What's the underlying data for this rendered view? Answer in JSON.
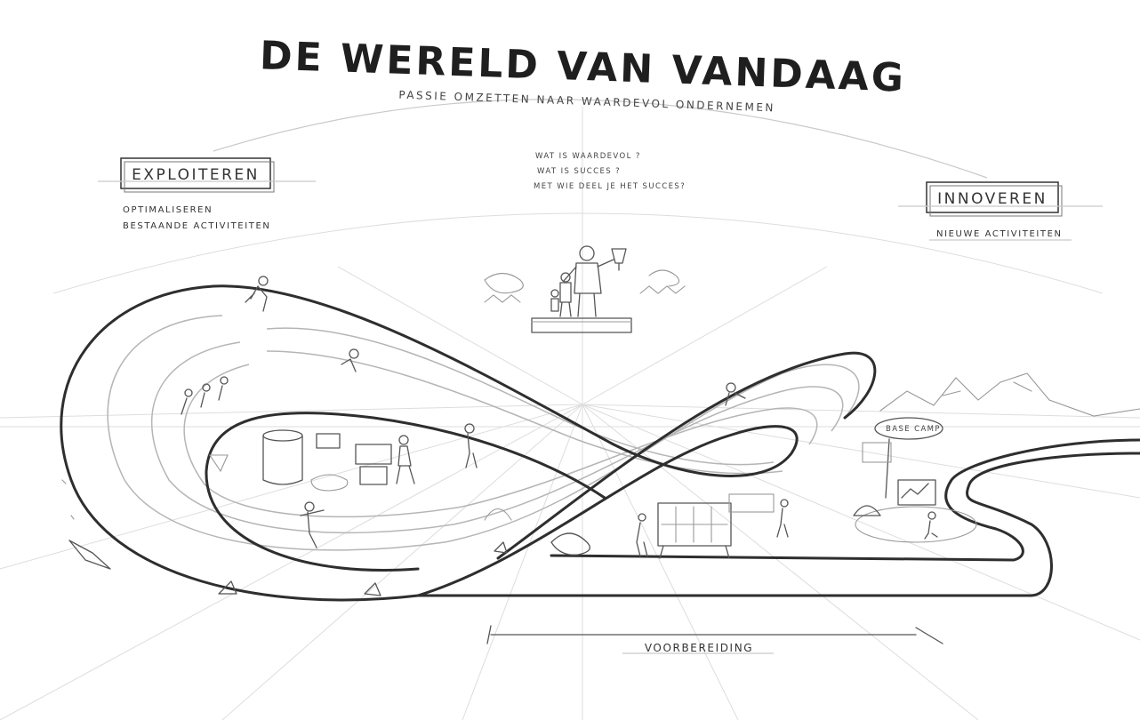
{
  "title": "DE WERELD VAN VANDAAG",
  "subtitle": "PASSIE OMZETTEN NAAR WAARDEVOL ONDERNEMEN",
  "questions": [
    "WAT IS WAARDEVOL ?",
    "WAT IS SUCCES ?",
    "MET WIE DEEL JE HET SUCCES?"
  ],
  "left": {
    "heading": "EXPLOITEREN",
    "lines": [
      "OPTIMALISEREN",
      "BESTAANDE ACTIVITEITEN"
    ]
  },
  "right": {
    "heading": "INNOVEREN",
    "lines": [
      "NIEUWE ACTIVITEITEN"
    ]
  },
  "base_camp": "BASE CAMP",
  "bottom_label": "VOORBEREIDING",
  "colors": {
    "ink": "#2e2e2e",
    "guide": "#c9c9c9",
    "background": "#ffffff"
  }
}
